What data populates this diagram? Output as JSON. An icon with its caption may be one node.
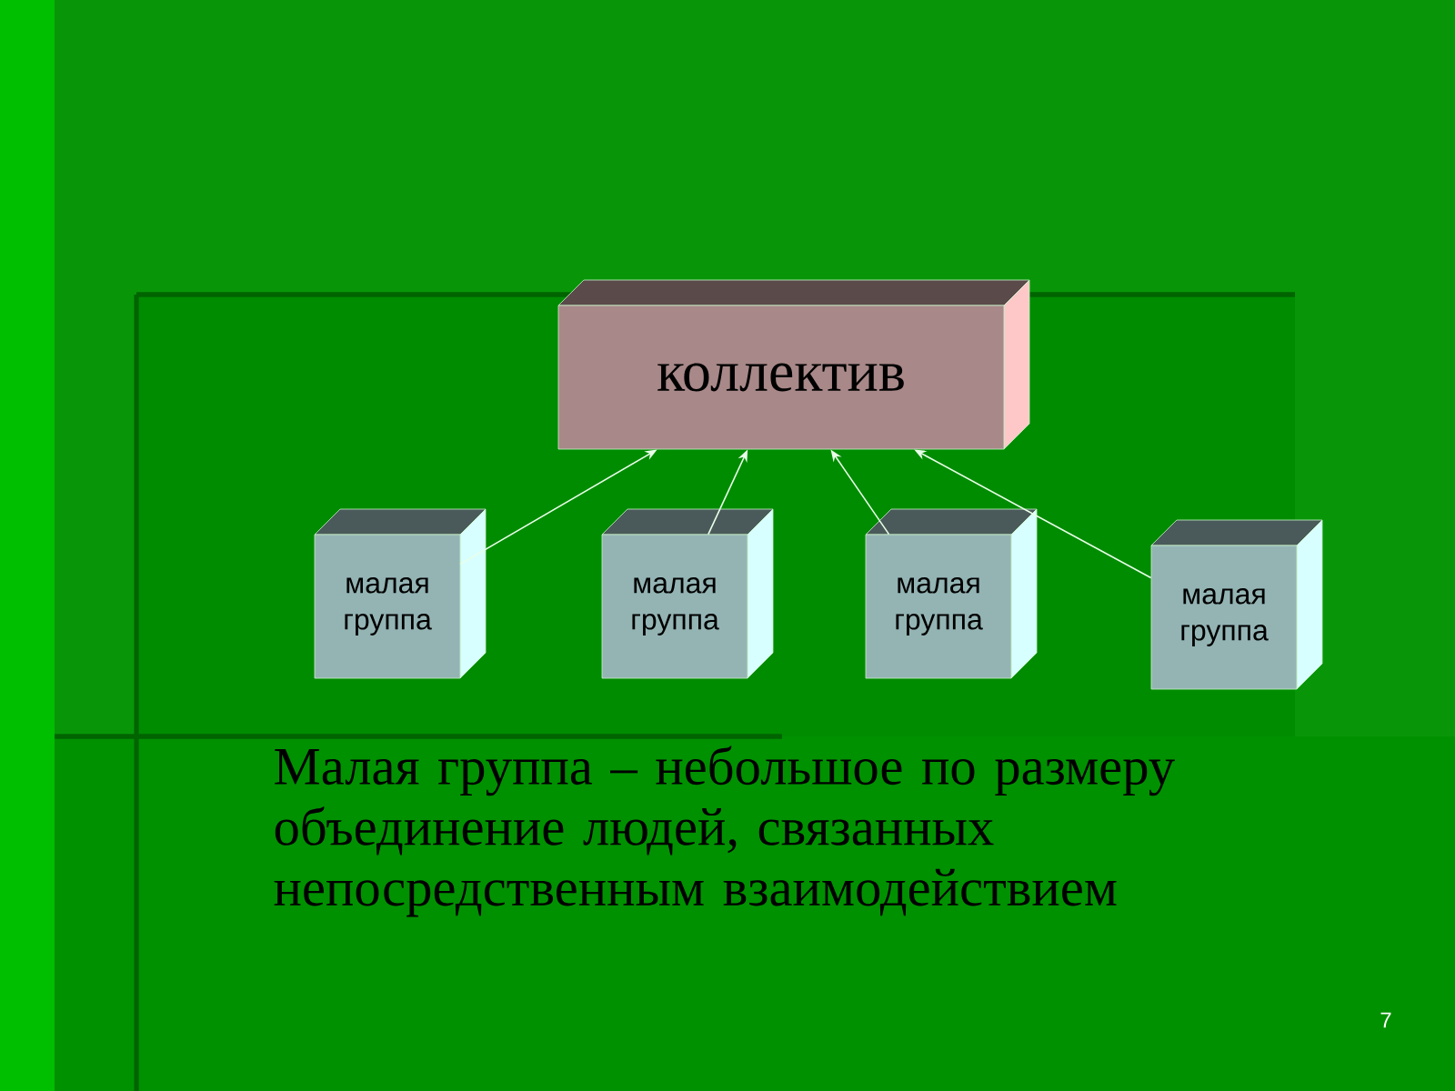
{
  "diagram": {
    "nodes": [
      {
        "text": [
          "коллектив"
        ]
      },
      {
        "text": [
          "малая группа"
        ]
      },
      {
        "text": [
          "малая группа"
        ]
      },
      {
        "text": [
          "малая группа"
        ]
      },
      {
        "text": [
          "малая группа"
        ]
      }
    ],
    "edges": [
      {
        "from": 1,
        "to": 0,
        "arrow": "to"
      },
      {
        "from": 2,
        "to": 0,
        "arrow": "to"
      },
      {
        "from": 3,
        "to": 0,
        "arrow": "to"
      },
      {
        "from": 4,
        "to": 0,
        "arrow": "to"
      }
    ],
    "labels": [
      "Малая группа – небольшое по размеру объединение людей, связанных непосредственным взаимодействием",
      "7"
    ]
  }
}
